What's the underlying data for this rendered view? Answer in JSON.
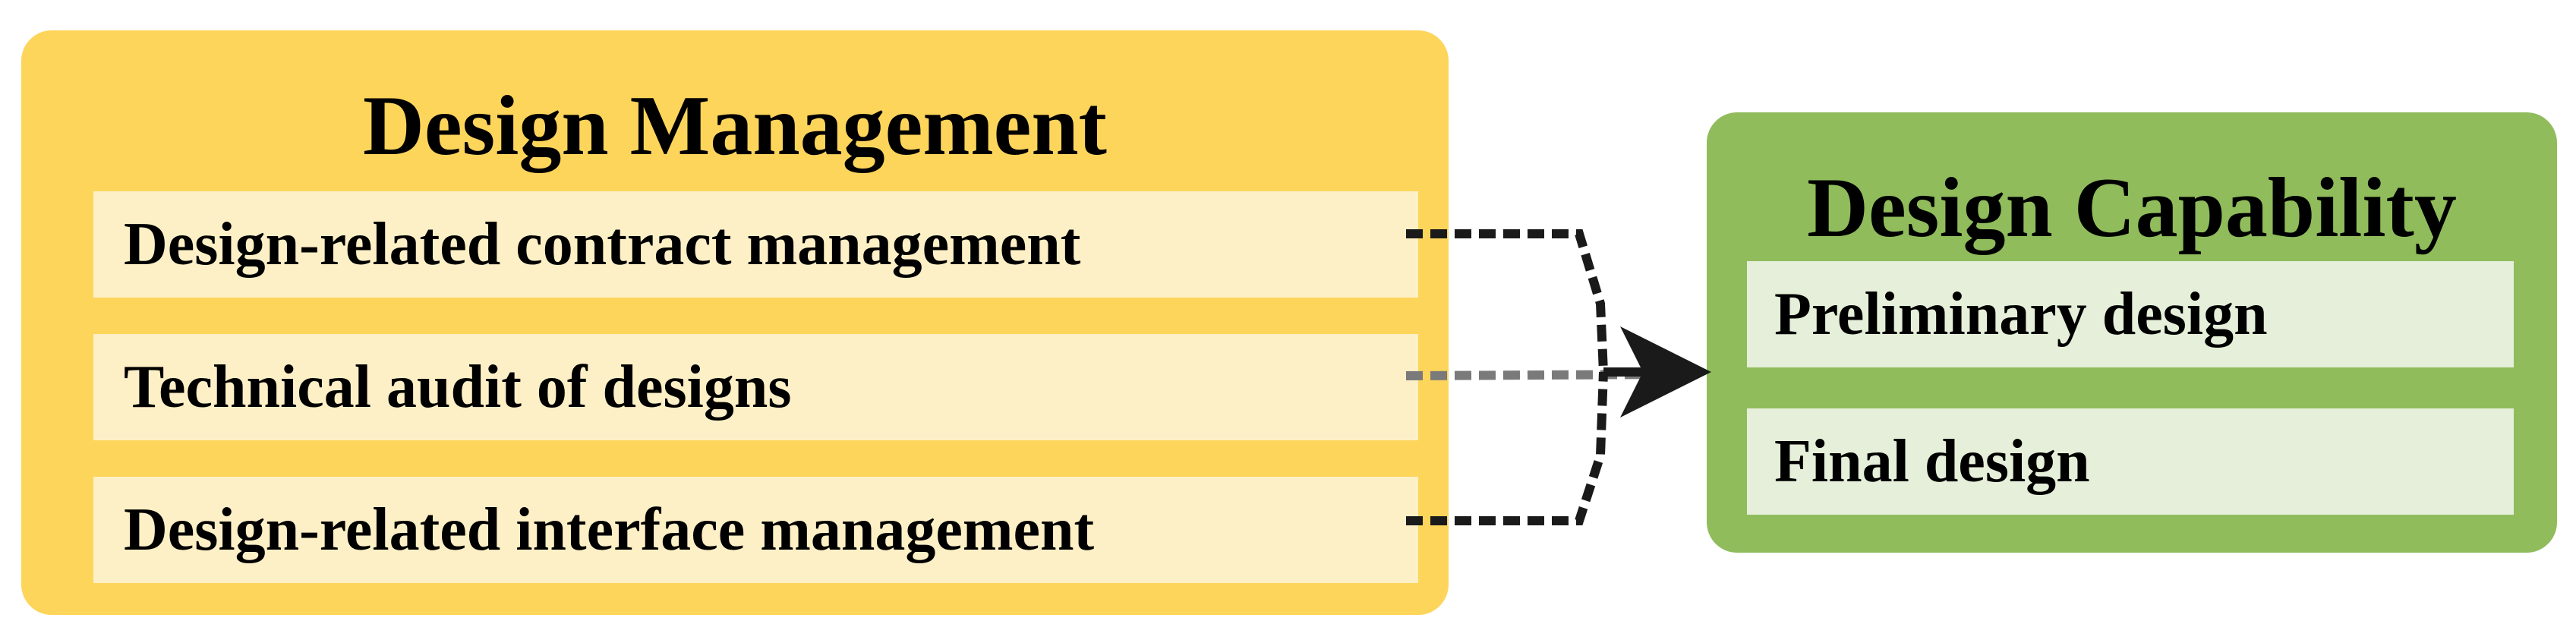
{
  "design_management": {
    "title": "Design Management",
    "items": [
      {
        "label": "Design-related contract management"
      },
      {
        "label": "Technical audit of designs"
      },
      {
        "label": "Design-related interface management"
      }
    ],
    "panel_color": "#fdd55b",
    "item_color": "#fef0c6"
  },
  "design_capability": {
    "title": "Design Capability",
    "items": [
      {
        "label": "Preliminary design"
      },
      {
        "label": "Final design"
      }
    ],
    "panel_color": "#90bc5c",
    "item_color": "#e5efd9"
  },
  "connector_color": "#1a1a1a"
}
